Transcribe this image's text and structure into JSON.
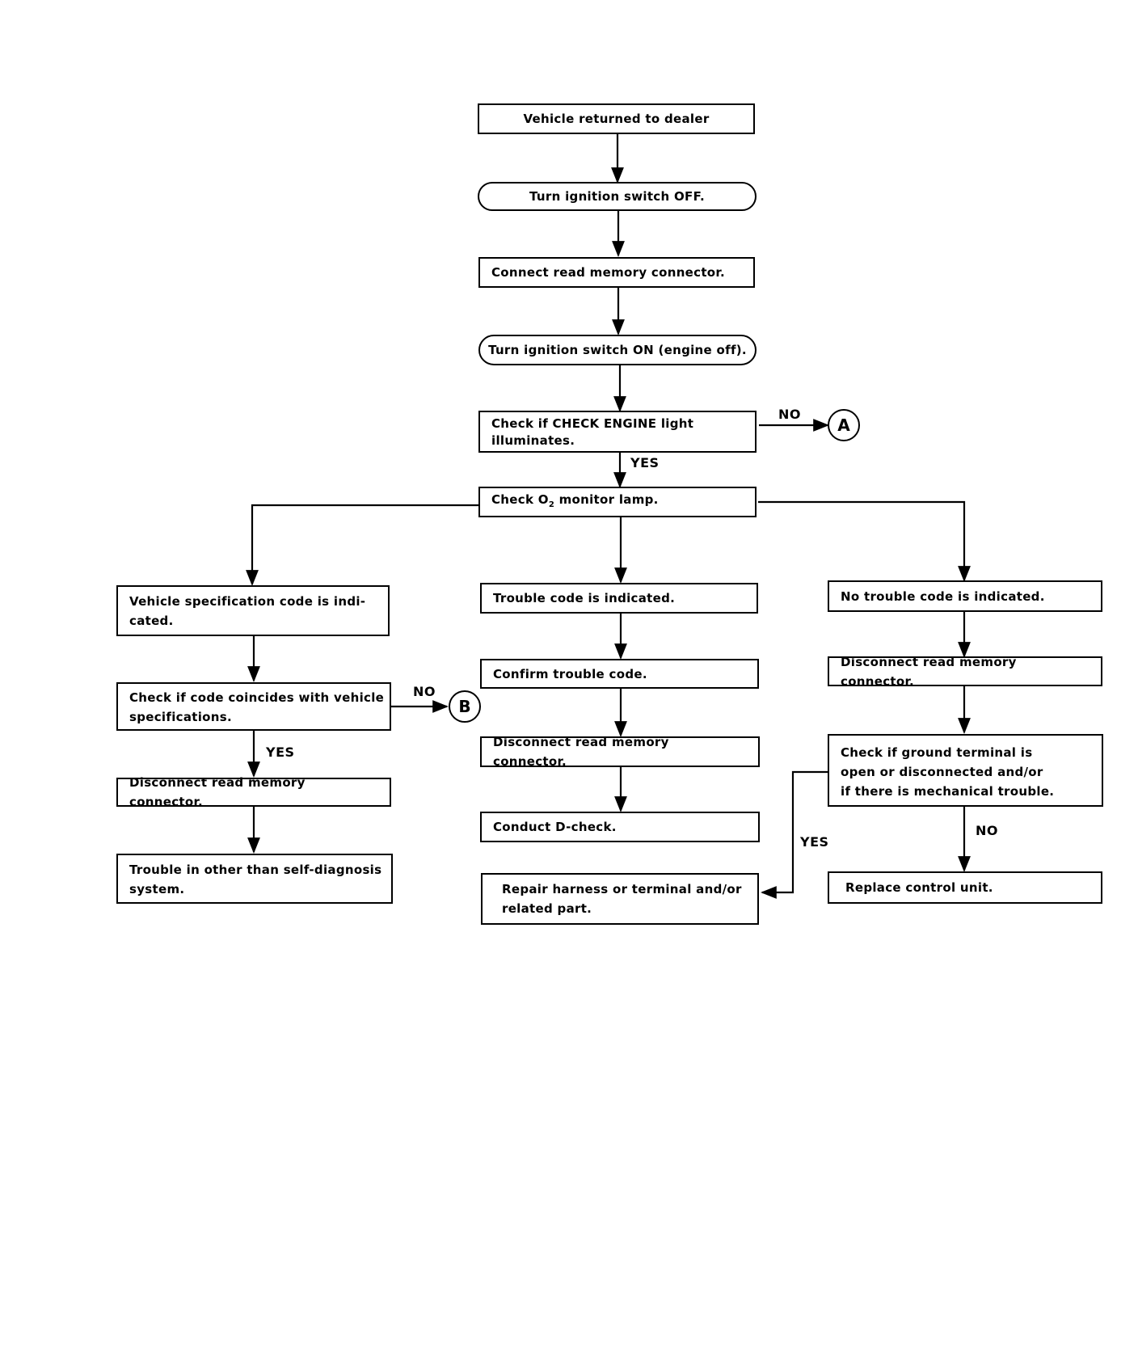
{
  "flowchart": {
    "start": "Vehicle returned to dealer",
    "ignition_off": "Turn ignition switch OFF.",
    "connect_connector": "Connect read memory connector.",
    "ignition_on": "Turn ignition switch ON (engine off).",
    "check_engine_light": [
      "Check if CHECK ENGINE light",
      "illuminates."
    ],
    "check_o2": {
      "prefix": "Check O",
      "subscript": "2",
      "suffix": " monitor lamp."
    },
    "left_branch": {
      "spec_code": [
        "Vehicle specification code is indi-",
        "cated."
      ],
      "check_coincide": [
        "Check if code coincides with vehicle",
        "specifications."
      ],
      "disconnect": "Disconnect read memory connector.",
      "trouble_other": [
        "Trouble in other than self-diagnosis",
        "system."
      ]
    },
    "middle_branch": {
      "trouble_code": "Trouble code is indicated.",
      "confirm_code": "Confirm trouble code.",
      "disconnect": "Disconnect read memory connector.",
      "d_check": "Conduct D-check.",
      "repair": [
        "Repair harness or terminal and/or",
        "related part."
      ]
    },
    "right_branch": {
      "no_trouble_code": "No trouble code is indicated.",
      "disconnect": "Disconnect read memory connector.",
      "check_ground": [
        "Check if ground terminal is",
        "open or disconnected and/or",
        "if there is mechanical trouble."
      ],
      "replace_unit": "Replace control unit."
    }
  },
  "labels": {
    "yes": "YES",
    "no": "NO"
  },
  "connectors": {
    "a": "A",
    "b": "B"
  }
}
